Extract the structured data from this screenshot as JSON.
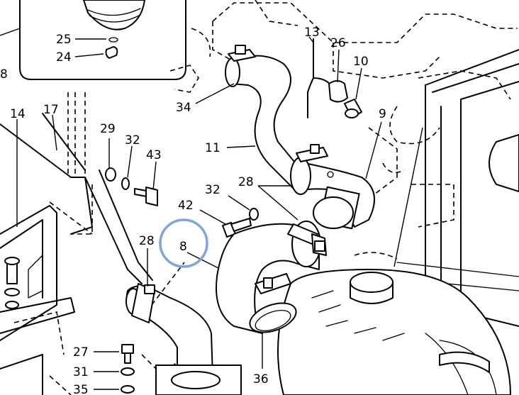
{
  "diagram": {
    "callouts": {
      "c25": "25",
      "c24": "24",
      "c8a": "8",
      "c14": "14",
      "c17": "17",
      "c29": "29",
      "c32a": "32",
      "c43": "43",
      "c34": "34",
      "c13": "13",
      "c26": "26",
      "c10": "10",
      "c9": "9",
      "c11": "11",
      "c28a": "28",
      "c32b": "32",
      "c42": "42",
      "c8b": "8",
      "c28b": "28",
      "c27": "27",
      "c31": "31",
      "c35": "35",
      "c36": "36"
    },
    "highlight_color": "#7ea6d8"
  }
}
